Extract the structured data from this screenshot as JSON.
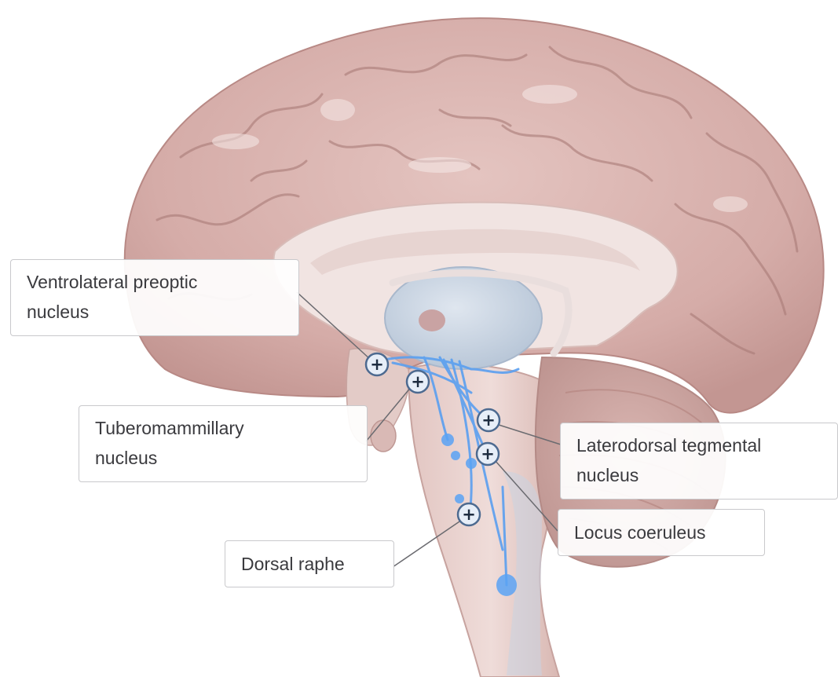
{
  "labels": {
    "vlpo": [
      "Ventrolateral preoptic",
      "nucleus"
    ],
    "tmn": [
      "Tuberomammillary",
      "nucleus"
    ],
    "ldt": [
      "Laterodorsal tegmental",
      "nucleus"
    ],
    "lc": [
      "Locus coeruleus"
    ],
    "dr": [
      "Dorsal raphe"
    ]
  },
  "hotspot_symbol": "+",
  "colors": {
    "background": "#ffffff",
    "cortex": "#d7b0ac",
    "cortex_dark": "#b98a86",
    "inner_tissue": "#efe3e1",
    "thalamus": "#c9d4e2",
    "pathway": "#5a9ff0",
    "hotspot_ring": "#4d6a90",
    "hotspot_fill": "#e7eef8",
    "label_border": "#c9c9cc",
    "label_text": "#3a3a3e"
  }
}
